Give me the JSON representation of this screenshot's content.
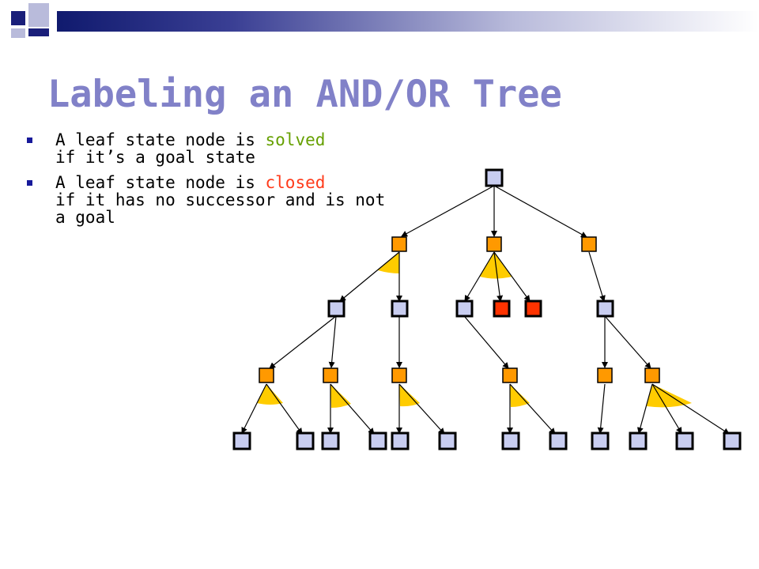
{
  "slide": {
    "title": "Labeling an AND/OR Tree",
    "bullets": [
      {
        "before": "A leaf state node is ",
        "highlight": "solved",
        "highlight_color": "#66a000",
        "after": "if it’s a goal state"
      },
      {
        "before": "A leaf state node is ",
        "highlight": "closed",
        "highlight_color": "#ff3a1a",
        "after": "if it has no successor and is not a goal"
      }
    ]
  },
  "colors": {
    "title": "#8181c8",
    "state_node": "#c8cdf0",
    "action_node": "#ff9900",
    "closed_node": "#ff3300",
    "and_arc": "#ffcc00",
    "deco_dark": "#101a6e",
    "deco_light": "#b9bbdb"
  }
}
